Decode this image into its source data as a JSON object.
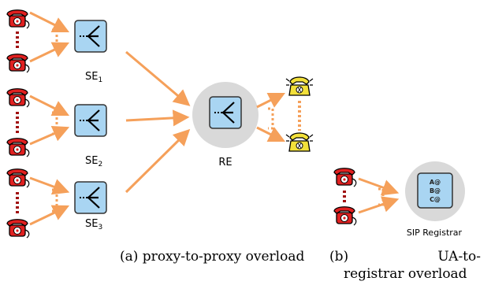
{
  "labels": {
    "se1": {
      "base": "SE",
      "sub": "1"
    },
    "se2": {
      "base": "SE",
      "sub": "2"
    },
    "se3": {
      "base": "SE",
      "sub": "3"
    },
    "re": "RE",
    "registrar": "SIP Registrar",
    "registrar_entries": [
      "A@",
      "B@",
      "C@"
    ]
  },
  "captions": {
    "a": "(a) proxy-to-proxy overload",
    "b_line1_left": "(b)",
    "b_line1_right": "UA-to-",
    "b_line2": "registrar overload"
  },
  "colors": {
    "arrow": "#f5a05a",
    "phone_red": "#e02020",
    "dots_red": "#a01010",
    "dots_orange": "#f5a05a",
    "box_fill": "#a9d5f2",
    "circle": "#d9d9d9",
    "phone_yellow": "#f2e03a"
  },
  "icons": {
    "client_phone": "red-telephone-icon",
    "callee_phone": "yellow-telephone-icon",
    "proxy": "proxy-server-icon",
    "registrar": "registrar-server-icon"
  }
}
